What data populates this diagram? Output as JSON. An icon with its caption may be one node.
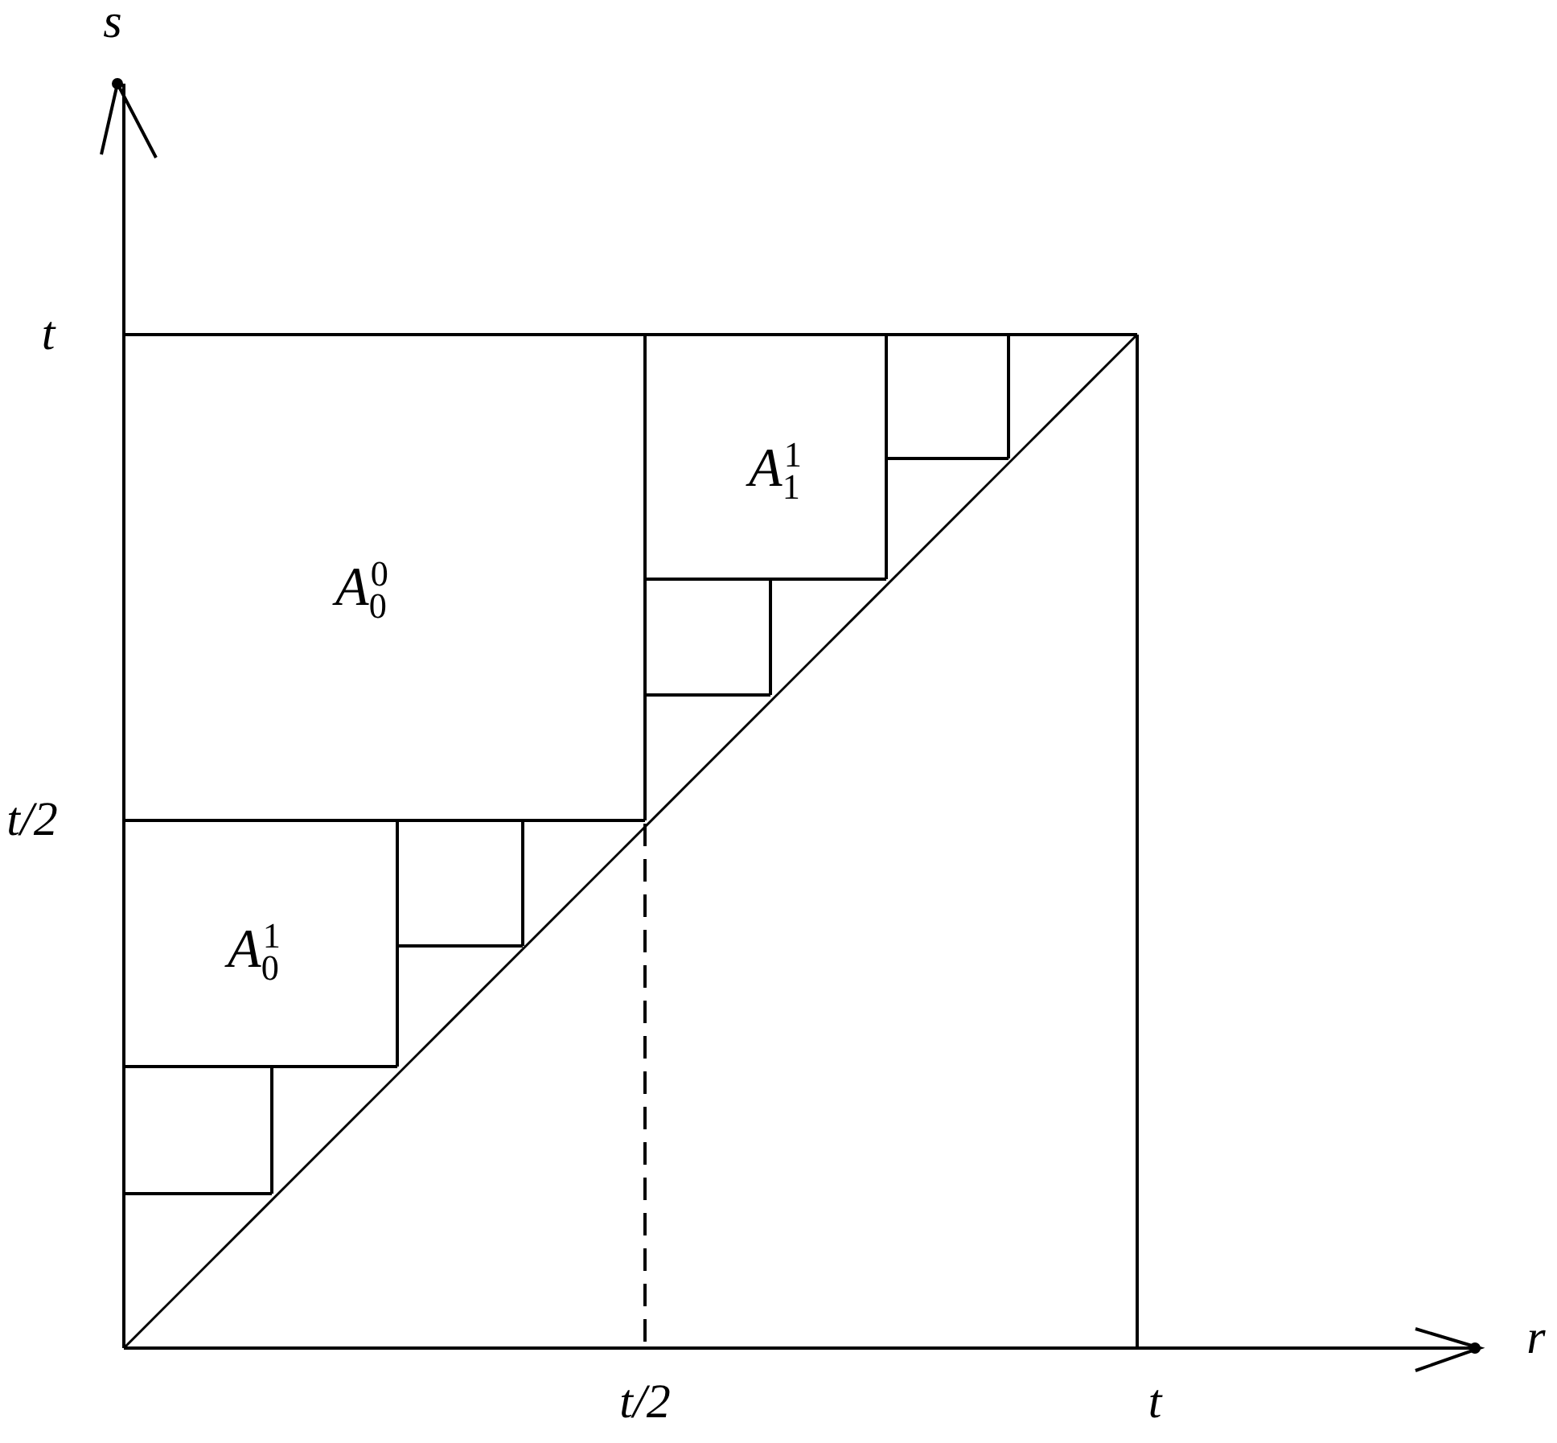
{
  "diagram": {
    "labels": [
      "s",
      "t",
      "A$_{1}$$^{1}$",
      "A$_{0}$$^{0}$",
      "t/2",
      "A$_{0}$$^{1}$",
      "r",
      "t/2",
      "t"
    ]
  }
}
